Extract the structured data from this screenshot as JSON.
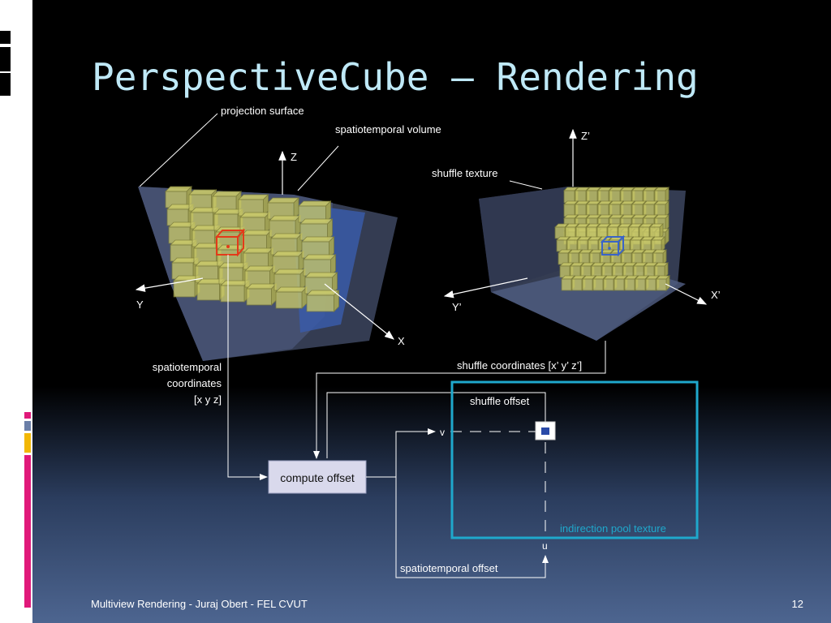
{
  "slide": {
    "title": "PerspectiveCube – Rendering",
    "footer": "Multiview Rendering - Juraj Obert - FEL CVUT",
    "page_number": "12"
  },
  "diagram": {
    "labels": {
      "projection_surface": "projection surface",
      "spatiotemporal_volume": "spatiotemporal volume",
      "shuffle_texture": "shuffle texture",
      "axis_z": "Z",
      "axis_y": "Y",
      "axis_x": "X",
      "axis_z_prime": "Z’",
      "axis_y_prime": "Y’",
      "axis_x_prime": "X’",
      "spatiotemporal_coordinates_1": "spatiotemporal",
      "spatiotemporal_coordinates_2": "coordinates",
      "spatiotemporal_coordinates_3": "[x y z]",
      "shuffle_coordinates": "shuffle coordinates [x’ y’ z’]",
      "shuffle_offset": "shuffle offset",
      "compute_offset": "compute offset",
      "v": "v",
      "u": "u",
      "indirection_pool_texture": "indirection pool texture",
      "spatiotemporal_offset": "spatiotemporal offset"
    }
  },
  "colors": {
    "title": "#bfe9f7",
    "cube_fill": "#c9c96a",
    "cube_stroke": "#7d7d3a",
    "highlight_red": "#e33a1a",
    "highlight_blue": "#3a64c8",
    "pool_border": "#1fa8cc",
    "compute_box": "#d9d9ec"
  }
}
